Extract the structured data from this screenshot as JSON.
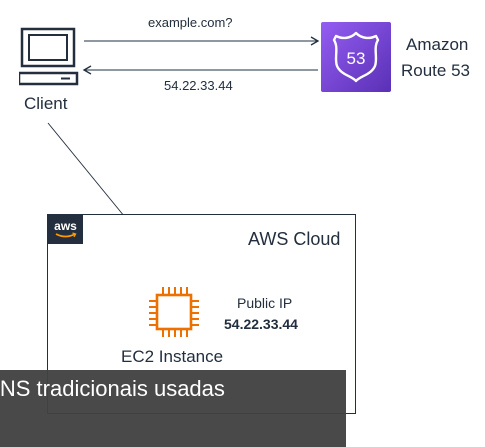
{
  "client": {
    "label": "Client",
    "icon": "desktop-computer-icon"
  },
  "route53": {
    "label_line1": "Amazon",
    "label_line2": "Route 53",
    "badge_number": "53",
    "icon": "route53-shield-icon",
    "color": "#8c4fff"
  },
  "query": {
    "text": "example.com?"
  },
  "response": {
    "text": "54.22.33.44"
  },
  "aws_cloud": {
    "title": "AWS Cloud",
    "badge_text": "aws",
    "border_color": "#232f3e"
  },
  "ec2": {
    "label": "EC2 Instance",
    "icon": "ec2-chip-icon",
    "color": "#ed7100",
    "public_ip_label": "Public IP",
    "public_ip_value": "54.22.33.44"
  },
  "caption": {
    "text": "DNS tradicionais usadas"
  }
}
